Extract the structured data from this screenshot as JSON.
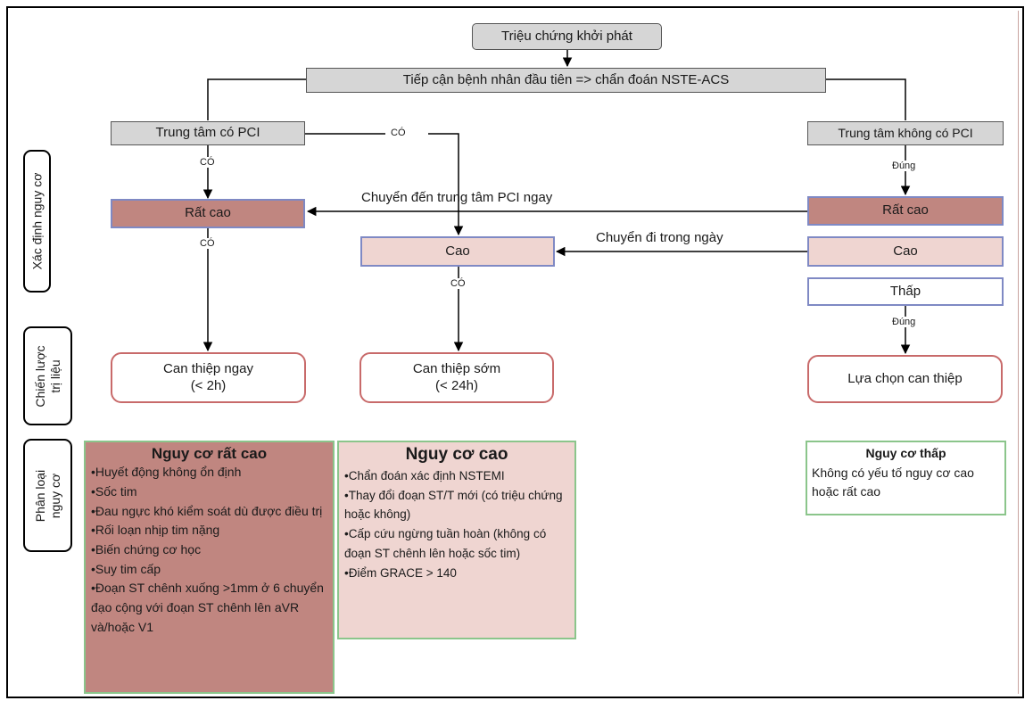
{
  "top": {
    "start": "Triệu chứng khởi phát",
    "contact": "Tiếp cận bệnh nhân đầu tiên => chẩn đoán NSTE-ACS"
  },
  "centers": {
    "pci": "Trung tâm có PCI",
    "no_pci": "Trung  tâm  không có PCI"
  },
  "side_labels": {
    "risk": "Xác định nguy cơ",
    "strategy": [
      "Chiến lược",
      "trị liệu"
    ],
    "classification": [
      "Phân loại",
      "nguy cơ"
    ]
  },
  "risk_boxes": {
    "very_high": "Rất cao",
    "high": "Cao",
    "right_very_high": "Rất cao",
    "right_high": "Cao",
    "right_low": "Thấp"
  },
  "connectors": {
    "co1": "CÓ",
    "co2": "CÓ",
    "co3": "CÓ",
    "co4": "CÓ",
    "dung1": "Đúng",
    "dung2": "Đúng",
    "transfer_now": "Chuyển đến trung tâm PCI ngay",
    "transfer_day": "Chuyển đi trong ngày"
  },
  "outcomes": {
    "immediate": {
      "line1": "Can thiệp ngay",
      "line2": "(< 2h)"
    },
    "early": {
      "line1": "Can thiệp sớm",
      "line2": "(< 24h)"
    },
    "selective": {
      "line1": "Lựa chọn can thiệp"
    }
  },
  "panels": {
    "very_high": {
      "title": "Nguy cơ rất cao",
      "items": [
        "•Huyết động không ổn định",
        "•Sốc tim",
        "•Đau ngực khó kiểm soát dù được điều trị",
        "•Rối loạn nhịp tim nặng",
        "•Biến chứng cơ học",
        "•Suy tim cấp",
        "•Đoạn ST chênh xuống >1mm ở 6 chuyển đạo cộng với đoạn ST chênh lên aVR và/hoặc V1"
      ]
    },
    "high": {
      "title": "Nguy cơ cao",
      "items": [
        "•Chẩn đoán xác định NSTEMI",
        "•Thay đổi đoạn ST/T mới (có triệu chứng hoặc không)",
        "•Cấp cứu ngừng tuần hoàn (không có đoạn ST chênh lên hoặc sốc tim)",
        "•Điểm GRACE > 140"
      ]
    },
    "low": {
      "title": "Nguy cơ thấp",
      "text": "Không có yếu tố nguy cơ cao hoặc rất cao"
    }
  },
  "colors": {
    "very_high_fill": "#c08680",
    "high_fill": "#efd5d1",
    "box_border": "#7f89c4",
    "outcome_border": "#c86a6a",
    "panel_border": "#8bc58b",
    "gray_fill": "#d6d6d6"
  }
}
